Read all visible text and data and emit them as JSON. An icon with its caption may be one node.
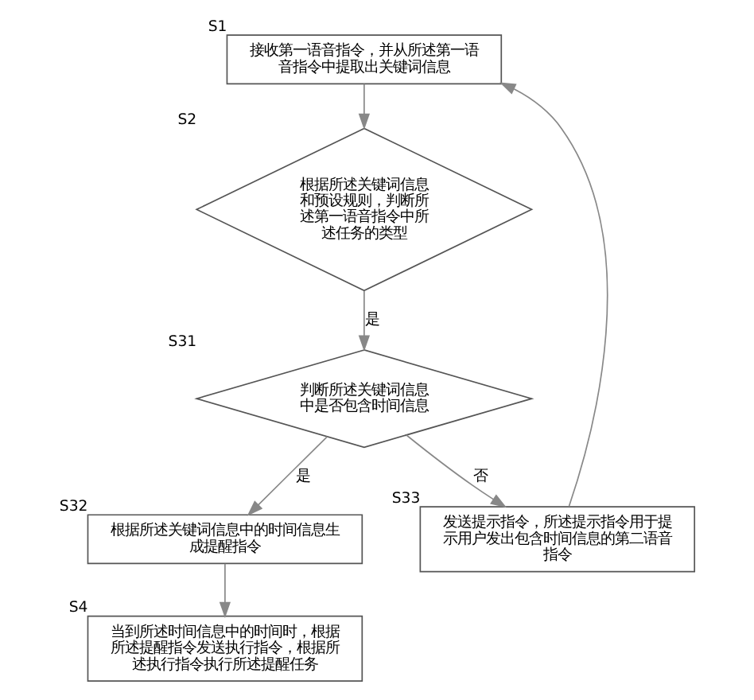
{
  "diagram": {
    "nodes": [
      {
        "text": [
          "接收第一语音指令，并从所述第一语音指令中提取出关键词信息"
        ],
        "beside": [
          "S1"
        ]
      },
      {
        "text": [
          "根据所述关键词信息和预设规则，判断所述第一语音指令中所述任务的类型"
        ],
        "beside": [
          "S2"
        ]
      },
      {
        "text": [
          "判断所述关键词信息中是否包含时间信息"
        ],
        "beside": [
          "S31"
        ]
      },
      {
        "text": [
          "根据所述关键词信息中的时间信息生成提醒指令"
        ],
        "beside": [
          "S32"
        ]
      },
      {
        "text": [
          "当到所述时间信息中的时间时，根据所述提醒指令发送执行指令，根据所述执行指令执行所述提醒任务"
        ],
        "beside": [
          "S4"
        ]
      },
      {
        "text": [
          "发送提示指令，所述提示指令用于提示用户发出包含时间信息的第二语音指令"
        ],
        "beside": [
          "S33"
        ]
      }
    ],
    "edges": [
      {
        "from": 0,
        "to": 1,
        "arrow": "to"
      },
      {
        "from": 1,
        "to": 2,
        "arrow": "to",
        "label": "是"
      },
      {
        "from": 2,
        "to": 3,
        "arrow": "to",
        "label": "是"
      },
      {
        "from": 2,
        "to": 5,
        "arrow": "to",
        "label": "否"
      },
      {
        "from": 3,
        "to": 4,
        "arrow": "to"
      },
      {
        "from": 5,
        "to": 0,
        "arrow": "to"
      }
    ]
  }
}
